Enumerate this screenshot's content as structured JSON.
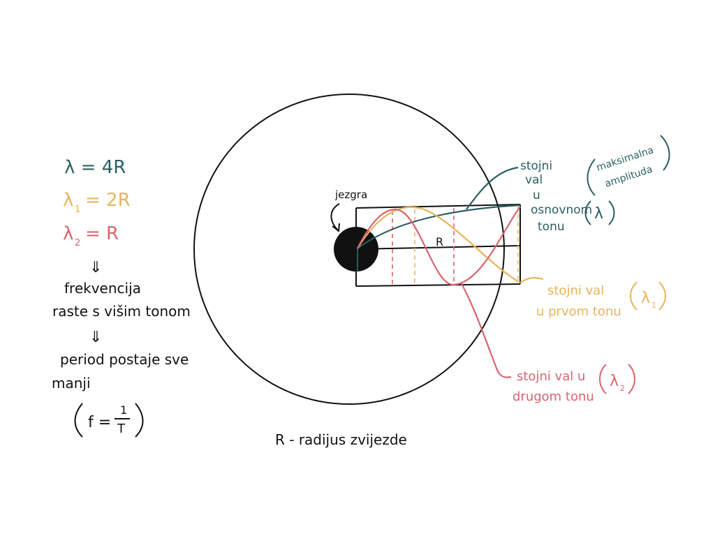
{
  "colors": {
    "ink": "#111111",
    "teal": "#2b5e63",
    "orange": "#e8b45a",
    "pink": "#d9646e"
  },
  "left_notes": {
    "lambda0": "λ = 4R",
    "lambda1_sym": "λ",
    "lambda1_sub": "1",
    "lambda1_rest": "= 2R",
    "lambda2_sym": "λ",
    "lambda2_sub": "2",
    "lambda2_rest": "= R",
    "implies1": "⇓",
    "freq_line1": "frekvencija",
    "freq_line2": "raste s višim tonom",
    "implies2": "⇓",
    "period_line1": "period postaje sve",
    "period_line2": "manji",
    "formula_f": "f =",
    "formula_num": "1",
    "formula_den": "T"
  },
  "diagram": {
    "core_label": "jezgra",
    "radius_label": "R",
    "star_caption": "R - radijus zvijezde"
  },
  "labels": {
    "fundamental": {
      "l1": "stojni",
      "l2": "val",
      "l3": "u",
      "l4": "osnovnom",
      "l5": "tonu",
      "note1": "maksimalna",
      "note2": "amplituda",
      "symbol": "λ"
    },
    "first": {
      "l1": "stojni val",
      "l2": "u prvom tonu",
      "symbol": "λ",
      "sub": "1"
    },
    "second": {
      "l1": "stojni val u",
      "l2": "drugom tonu",
      "symbol": "λ",
      "sub": "2"
    }
  }
}
